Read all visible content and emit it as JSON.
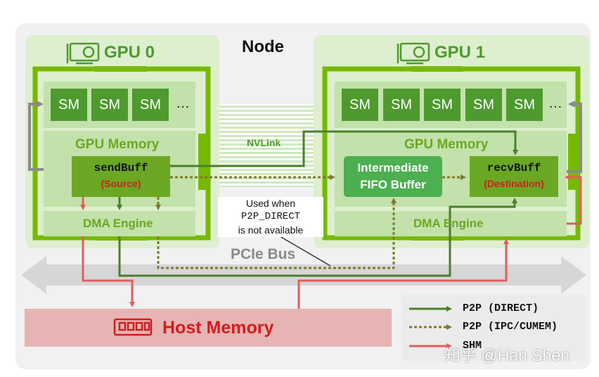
{
  "node_label": "Node",
  "gpu0": {
    "title": "GPU 0",
    "sm_labels": [
      "SM",
      "SM",
      "SM"
    ],
    "ellipsis": "…",
    "memory_label": "GPU Memory",
    "send_buff": "sendBuff",
    "send_role": "(Source)",
    "dma_label": "DMA Engine"
  },
  "gpu1": {
    "title": "GPU 1",
    "sm_labels": [
      "SM",
      "SM",
      "SM",
      "SM",
      "SM"
    ],
    "ellipsis": "…",
    "memory_label": "GPU Memory",
    "fifo_line1": "Intermediate",
    "fifo_line2": "FIFO Buffer",
    "recv_buff": "recvBuff",
    "recv_role": "(Destination)",
    "dma_label": "DMA Engine"
  },
  "nvlink_label": "NVLink",
  "note": [
    "Used when",
    "P2P_DIRECT",
    "is not available"
  ],
  "pcie_label": "PCIe Bus",
  "host_memory_label": "Host Memory",
  "legend": {
    "direct": "P2P (DIRECT)",
    "ipc": "P2P (IPC/CUMEM)",
    "shm": "SHM"
  },
  "watermark": "知乎 @Han Shen",
  "colors": {
    "gpu_green": "#76b900",
    "sm_green": "#4e9a2f",
    "path_green": "#4a7f2c",
    "olive_dotted": "#7d7a2c",
    "shm_red": "#e35d5d",
    "host_fill": "#e7b4b4",
    "host_text": "#d41c1c",
    "role_red": "#d41c1c"
  }
}
